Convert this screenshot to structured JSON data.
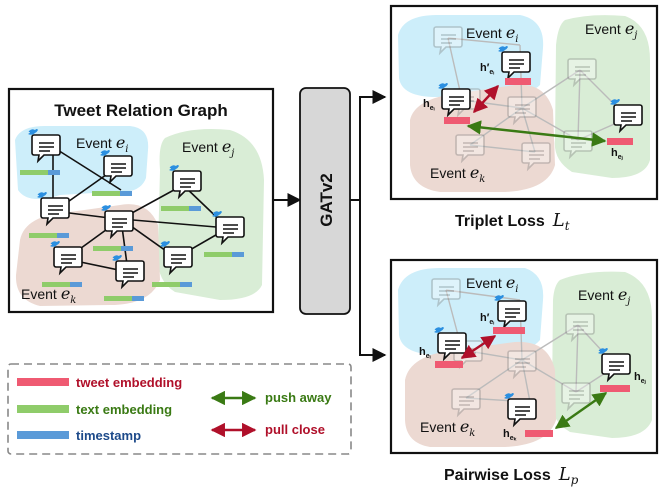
{
  "left_panel": {
    "title": "Tweet Relation Graph",
    "event_i_prefix": "Event",
    "event_i_var": "e",
    "event_i_sub": "i",
    "event_j_prefix": "Event",
    "event_j_var": "e",
    "event_j_sub": "j",
    "event_k_prefix": "Event",
    "event_k_var": "e",
    "event_k_sub": "k"
  },
  "encoder": {
    "label": "GATv2"
  },
  "triplet_panel": {
    "event_i_prefix": "Event",
    "event_i_var": "e",
    "event_i_sub": "i",
    "event_j_prefix": "Event",
    "event_j_var": "e",
    "event_j_sub": "j",
    "event_k_prefix": "Event",
    "event_k_var": "e",
    "event_k_sub": "k",
    "h_ei_prime": "h′",
    "h_ei": "h",
    "h_ej": "h",
    "sub_ei": "eᵢ",
    "sub_ej": "eⱼ",
    "caption_text": "Triplet Loss",
    "caption_symbol": "L",
    "caption_sub": "t"
  },
  "pairwise_panel": {
    "event_i_prefix": "Event",
    "event_i_var": "e",
    "event_i_sub": "i",
    "event_j_prefix": "Event",
    "event_j_var": "e",
    "event_j_sub": "j",
    "event_k_prefix": "Event",
    "event_k_var": "e",
    "event_k_sub": "k",
    "h_ei_prime": "h′",
    "h_ei": "h",
    "h_ej": "h",
    "h_ek": "h",
    "sub_ei": "eᵢ",
    "sub_ej": "eⱼ",
    "sub_ek": "eₖ",
    "caption_text": "Pairwise Loss",
    "caption_symbol": "L",
    "caption_sub": "p"
  },
  "legend": {
    "tweet_embedding": "tweet embedding",
    "text_embedding": "text embedding",
    "timestamp": "timestamp",
    "push_away": "push away",
    "pull_close": "pull close"
  },
  "colors": {
    "event_i_region": "#cdeefa",
    "event_j_region": "#d9edd6",
    "event_k_region": "#ecd9d2",
    "tweet_embedding": "#ef5a72",
    "text_embedding": "#8fcc6a",
    "timestamp": "#5a9ad8",
    "push_away": "#3a7a14",
    "pull_close": "#b0102a",
    "encoder_fill": "#d7d7d7",
    "legend_red_text": "#b0102a",
    "legend_green_text": "#3a7a14",
    "legend_blue_text": "#1d4a8a"
  }
}
